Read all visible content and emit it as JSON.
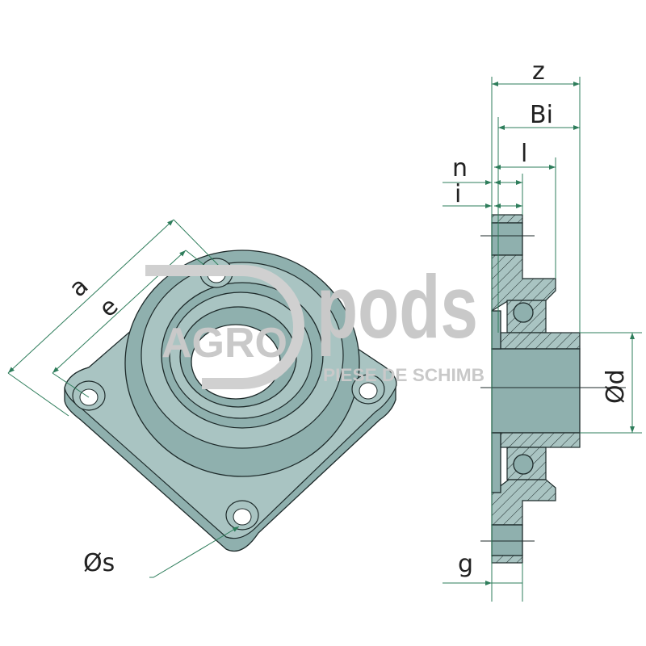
{
  "diagram": {
    "labels": {
      "a": "a",
      "e": "e",
      "s": "Øs",
      "z": "z",
      "Bi": "Bi",
      "l": "l",
      "n": "n",
      "i": "i",
      "d": "Ød",
      "g": "g"
    },
    "watermark": {
      "brand_left": "AGRO",
      "brand_right": "pods",
      "tagline": "PIESE DE SCHIMB"
    },
    "colors": {
      "part": "#8fb0ae",
      "dimension": "#2e7d5b",
      "watermark": "#c9c9c9"
    }
  }
}
